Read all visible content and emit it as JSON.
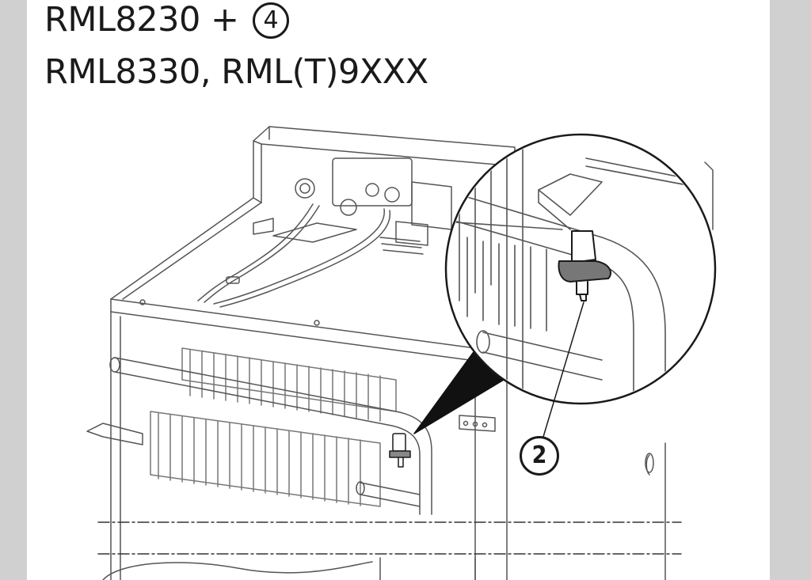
{
  "heading": {
    "line1_text": "RML8230 +",
    "line1_circled_number": "4",
    "line2_text": "RML8330, RML(T)9XXX"
  },
  "callout": {
    "number": "2"
  },
  "colors": {
    "page_background": "#ffffff",
    "side_margin": "#d0d0d0",
    "line_art": "#1a1a1a"
  }
}
